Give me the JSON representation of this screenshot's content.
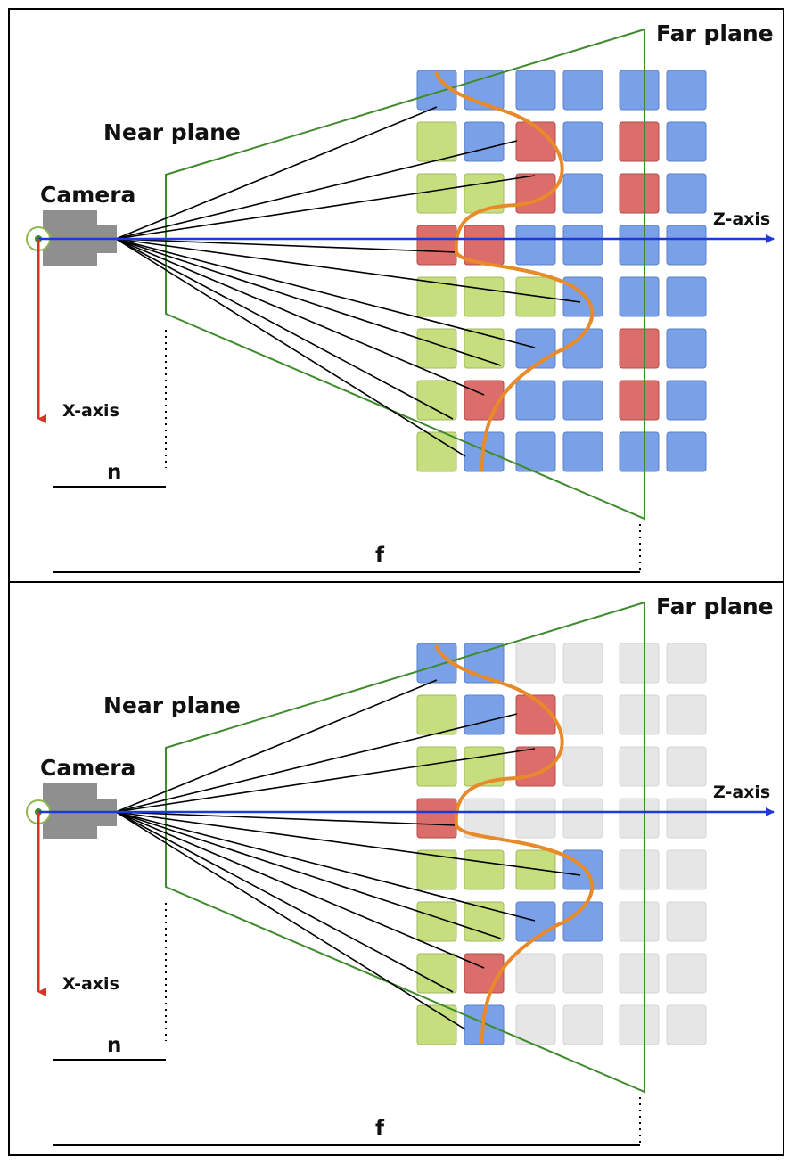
{
  "labels": {
    "far_plane": "Far plane",
    "near_plane": "Near plane",
    "camera": "Camera",
    "z_axis": "Z-axis",
    "x_axis": "X-axis",
    "n": "n",
    "f": "f"
  },
  "colors": {
    "blue": "#7aa1e8",
    "red": "#db6d6b",
    "green": "#c6de7e",
    "gray": "#e6e6e6",
    "frustum": "#3e8a2c",
    "z_axis": "#1e3ad6",
    "x_axis": "#d53522",
    "curve": "#e98a2a",
    "camera": "#8f8f8f",
    "ray": "#000000"
  },
  "grid": {
    "rows": 8,
    "columns": 6,
    "top_panel": [
      [
        "B",
        "B",
        "B",
        "B",
        "B",
        "B"
      ],
      [
        "G",
        "B",
        "R",
        "B",
        "R",
        "B"
      ],
      [
        "G",
        "G",
        "R",
        "B",
        "R",
        "B"
      ],
      [
        "R",
        "R",
        "B",
        "B",
        "B",
        "B"
      ],
      [
        "G",
        "G",
        "G",
        "B",
        "B",
        "B"
      ],
      [
        "G",
        "G",
        "B",
        "B",
        "R",
        "B"
      ],
      [
        "G",
        "R",
        "B",
        "B",
        "R",
        "B"
      ],
      [
        "G",
        "B",
        "B",
        "B",
        "B",
        "B"
      ]
    ],
    "bottom_panel": [
      [
        "B",
        "B",
        "X",
        "X",
        "X",
        "X"
      ],
      [
        "G",
        "B",
        "R",
        "X",
        "X",
        "X"
      ],
      [
        "G",
        "G",
        "R",
        "X",
        "X",
        "X"
      ],
      [
        "R",
        "X",
        "X",
        "X",
        "X",
        "X"
      ],
      [
        "G",
        "G",
        "G",
        "B",
        "X",
        "X"
      ],
      [
        "G",
        "G",
        "B",
        "B",
        "X",
        "X"
      ],
      [
        "G",
        "R",
        "X",
        "X",
        "X",
        "X"
      ],
      [
        "G",
        "B",
        "X",
        "X",
        "X",
        "X"
      ]
    ]
  }
}
